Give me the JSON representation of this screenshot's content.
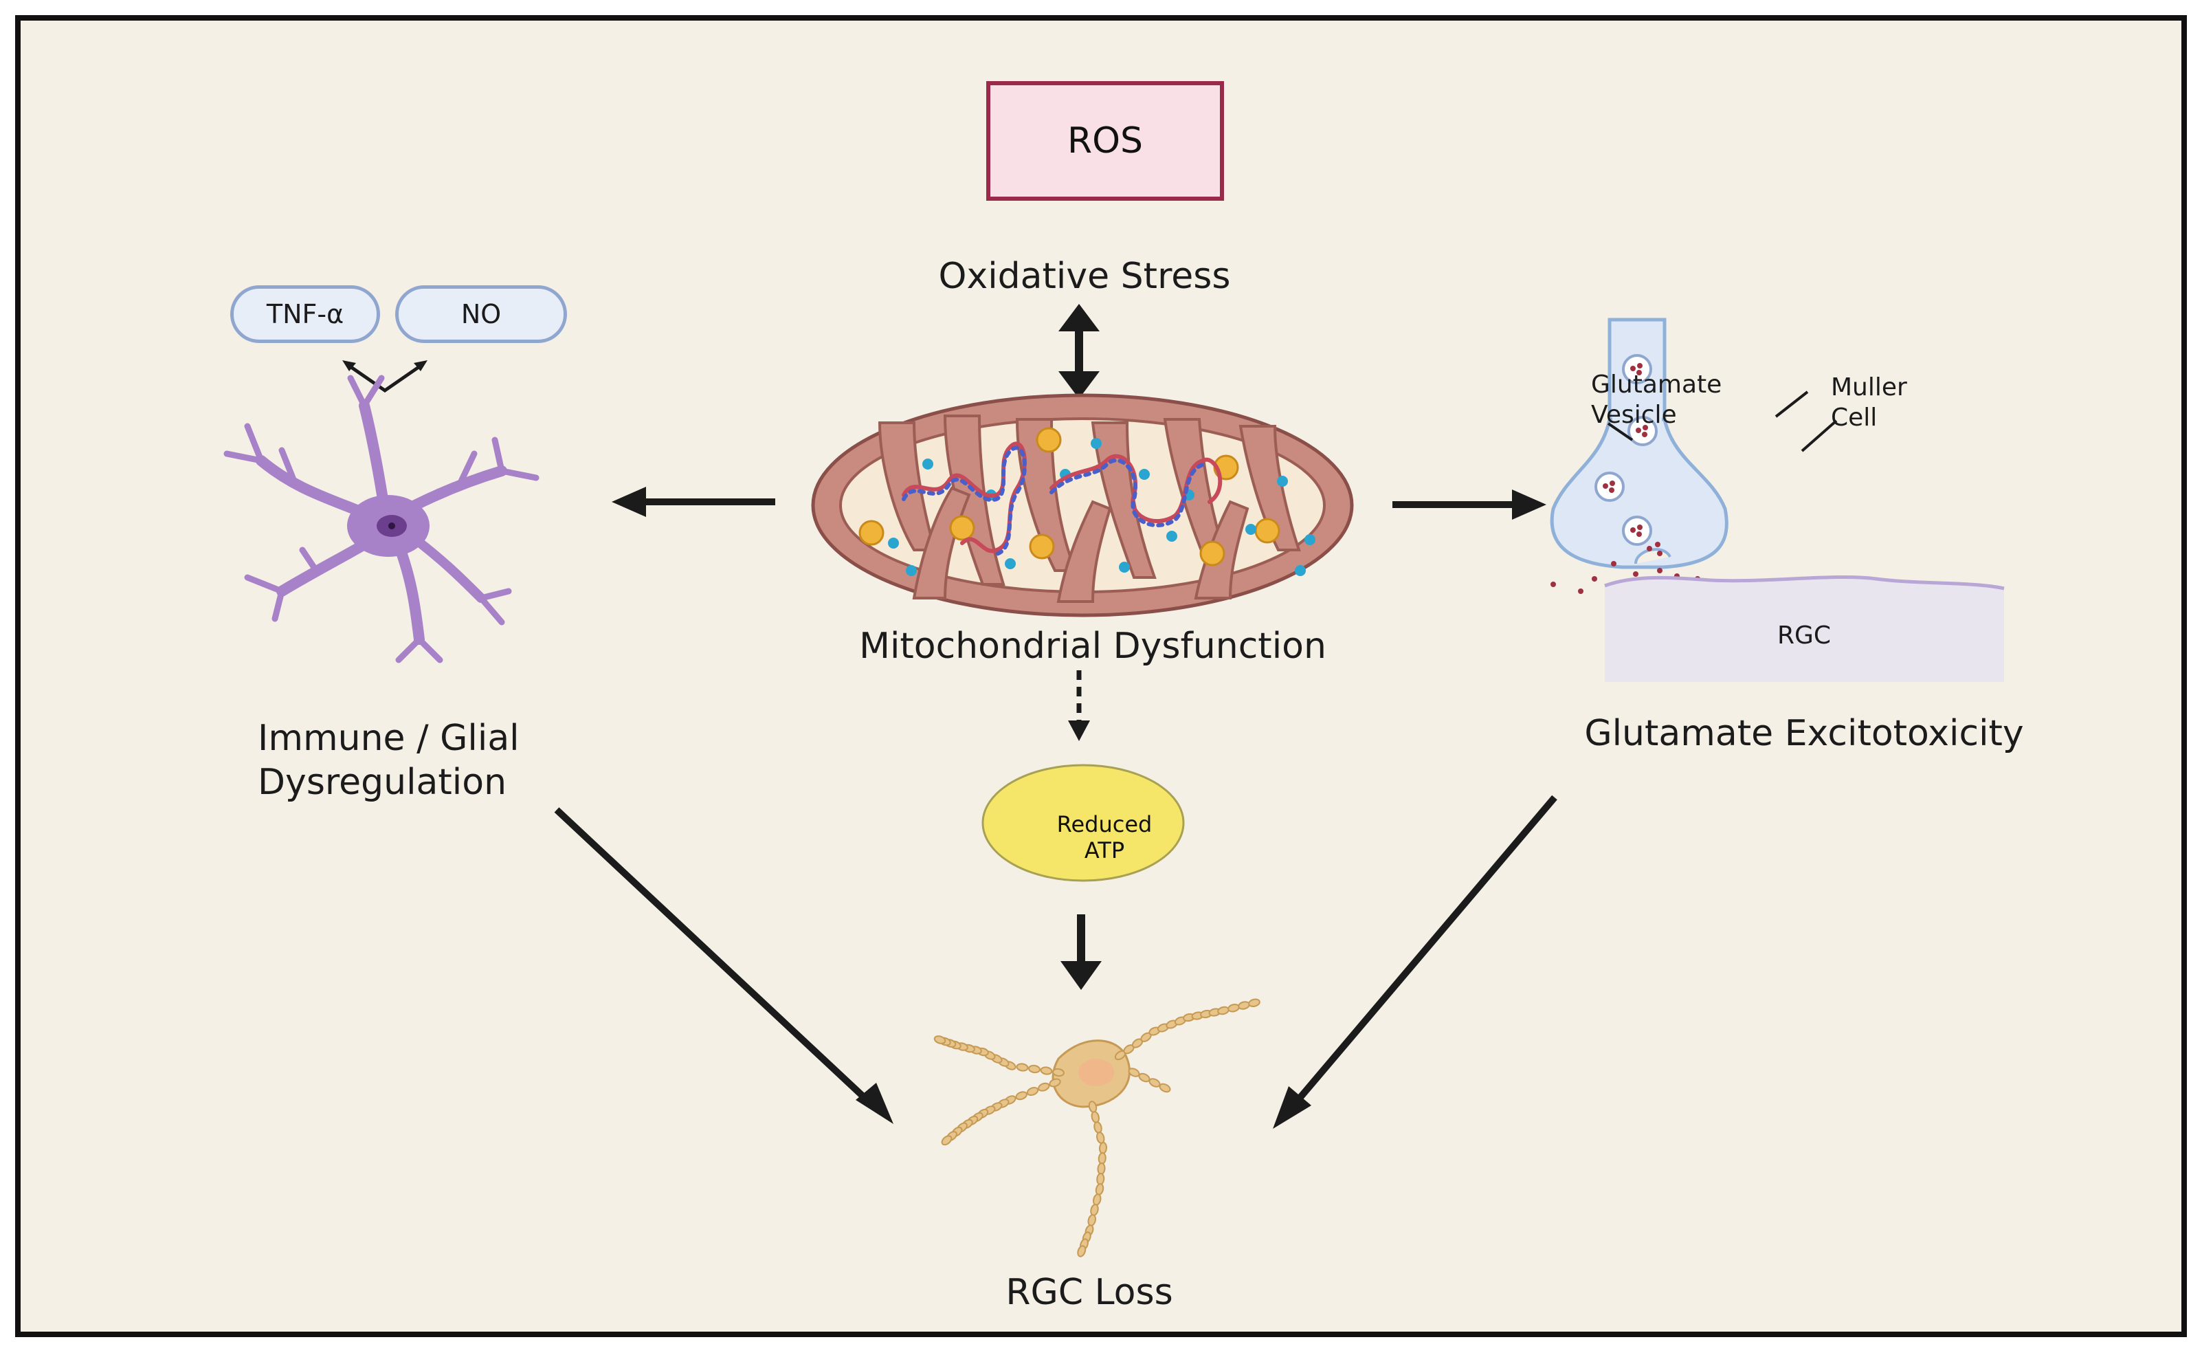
{
  "ros_label": "ROS",
  "oxidative_stress": "Oxidative Stress",
  "mito_label": "Mitochondrial Dysfunction",
  "atp_line1": "Reduced",
  "atp_line2": "ATP",
  "tnf_label": "TNF-α",
  "no_label": "NO",
  "immune_line1": "Immune / Glial",
  "immune_line2": "Dysregulation",
  "glutamate_vesicle_line1": "Glutamate",
  "glutamate_vesicle_line2": "Vesicle",
  "muller_line1": "Muller",
  "muller_line2": "Cell",
  "rgc_label": "RGC",
  "glutamate_excitotoxicity": "Glutamate Excitotoxicity",
  "rgc_loss": "RGC Loss",
  "colors": {
    "background": "#f4f0e6",
    "ros_fill": "#f8e0e6",
    "ros_border": "#9b2a4a",
    "mito_outer": "#c98a80",
    "mito_inner": "#f6e9d6",
    "atp_fill": "#f5e66a",
    "microglia": "#a882c8",
    "muller_fill": "#dde7f5",
    "rgc_fill": "#e9e5ef",
    "neuron": "#e7c48a"
  }
}
